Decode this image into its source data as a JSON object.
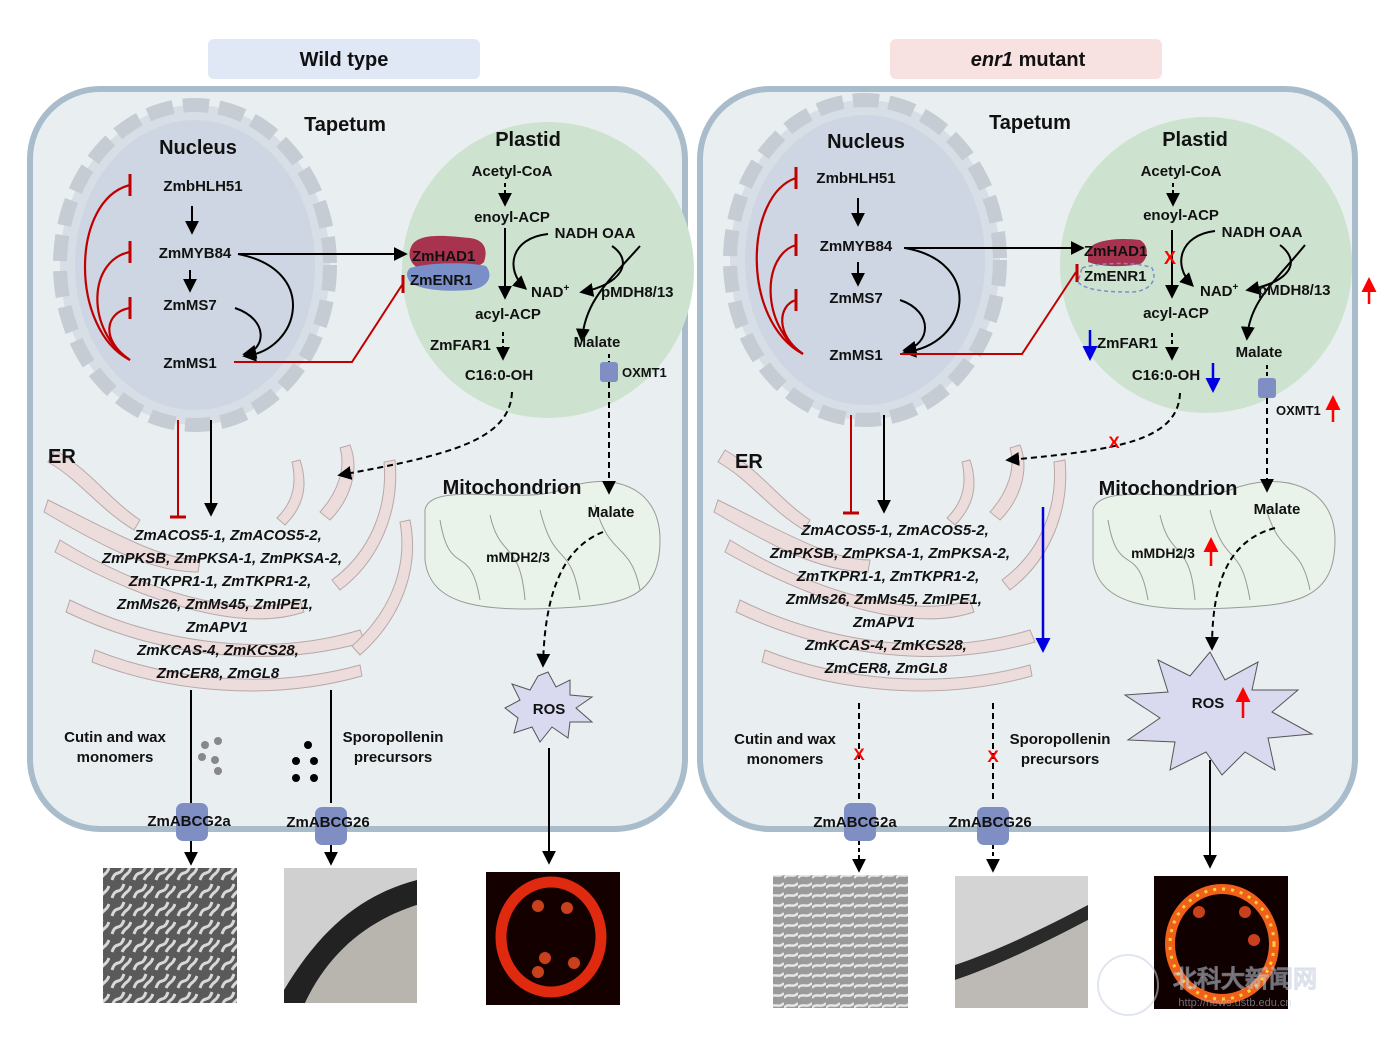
{
  "colors": {
    "wt_header_bg": "#dfe8f4",
    "mut_header_bg": "#f8e1e1",
    "cell_fill": "#e9eff0",
    "cell_border": "#a9bccb",
    "nucleus_fill": "#cdd6e2",
    "plastid_fill": "#cde2cf",
    "er_fill": "#ecdcdc",
    "mito_fill": "#eaf3ea",
    "ros_fill": "#d9d9f0",
    "activation": "#000000",
    "repression": "#c00000",
    "up_arrow": "#ff0000",
    "down_arrow": "#0000e0",
    "transporter": "#7f8fc3",
    "had1": "#a8334f",
    "enr1": "#7a8fc8"
  },
  "panels": [
    {
      "id": "wild-type",
      "header": {
        "prefix": "",
        "italic": "",
        "text": "Wild type"
      },
      "tapetum": "Tapetum",
      "nucleus": {
        "title": "Nucleus",
        "genes": [
          "ZmbHLH51",
          "ZmMYB84",
          "ZmMS7",
          "ZmMS1"
        ]
      },
      "plastid": {
        "title": "Plastid",
        "acetyl": "Acetyl-CoA",
        "enoyl": "enoyl-ACP",
        "nadh_oaa": "NADH OAA",
        "nad": "NAD",
        "nad_sup": "+",
        "pmdh": "pMDH8/13",
        "acyl": "acyl-ACP",
        "far1": "ZmFAR1",
        "c16": "C16:0-OH",
        "malate": "Malate",
        "had1": "ZmHAD1",
        "enr1": "ZmENR1",
        "oxmt1": "OXMT1"
      },
      "er": {
        "title": "ER",
        "gene_lines": [
          "ZmACOS5-1, ZmACOS5-2,",
          "ZmPKSB, ZmPKSA-1, ZmPKSA-2,",
          "ZmTKPR1-1, ZmTKPR1-2,",
          "ZmMs26, ZmMs45, ZmIPE1,",
          "ZmAPV1",
          "ZmKCAS-4, ZmKCS28,",
          "ZmCER8, ZmGL8"
        ]
      },
      "mito": {
        "title": "Mitochondrion",
        "malate": "Malate",
        "mmdh": "mMDH2/3"
      },
      "ros": "ROS",
      "cutin": [
        "Cutin and wax",
        "monomers"
      ],
      "sporo": [
        "Sporopollenin",
        "precursors"
      ],
      "abcg2a": "ZmABCG2a",
      "abcg26": "ZmABCG26",
      "micrographs": [
        "anther-cuticle-sem",
        "pollen-wall-tem",
        "ros-staining-fluorescence"
      ]
    },
    {
      "id": "enr1-mutant",
      "header": {
        "italic": "enr1",
        "text": " mutant"
      },
      "tapetum": "Tapetum",
      "nucleus": {
        "title": "Nucleus",
        "genes": [
          "ZmbHLH51",
          "ZmMYB84",
          "ZmMS7",
          "ZmMS1"
        ]
      },
      "plastid": {
        "title": "Plastid",
        "acetyl": "Acetyl-CoA",
        "enoyl": "enoyl-ACP",
        "nadh_oaa": "NADH OAA",
        "nad": "NAD",
        "nad_sup": "+",
        "pmdh": "pMDH8/13",
        "acyl": "acyl-ACP",
        "far1": "ZmFAR1",
        "c16": "C16:0-OH",
        "malate": "Malate",
        "had1": "ZmHAD1",
        "enr1": "ZmENR1",
        "oxmt1": "OXMT1"
      },
      "er": {
        "title": "ER",
        "gene_lines": [
          "ZmACOS5-1, ZmACOS5-2,",
          "ZmPKSB, ZmPKSA-1, ZmPKSA-2,",
          "ZmTKPR1-1, ZmTKPR1-2,",
          "ZmMs26, ZmMs45, ZmIPE1,",
          "ZmAPV1",
          "ZmKCAS-4, ZmKCS28,",
          "ZmCER8, ZmGL8"
        ]
      },
      "mito": {
        "title": "Mitochondrion",
        "malate": "Malate",
        "mmdh": "mMDH2/3"
      },
      "ros": "ROS",
      "cutin": [
        "Cutin and wax",
        "monomers"
      ],
      "sporo": [
        "Sporopollenin",
        "precursors"
      ],
      "abcg2a": "ZmABCG2a",
      "abcg26": "ZmABCG26",
      "changes": {
        "up": [
          "pMDH8/13",
          "OXMT1",
          "mMDH2/3",
          "ROS"
        ],
        "down": [
          "ZmFAR1",
          "C16:0-OH",
          "ER lipid genes"
        ],
        "blocked": [
          "enoyl-ACP reduction",
          "C16:0-OH transport to ER",
          "cutin and wax export",
          "sporopollenin export"
        ]
      }
    }
  ],
  "watermark": {
    "text": "北科大新闻网",
    "url": "http://news.ustb.edu.cn"
  }
}
